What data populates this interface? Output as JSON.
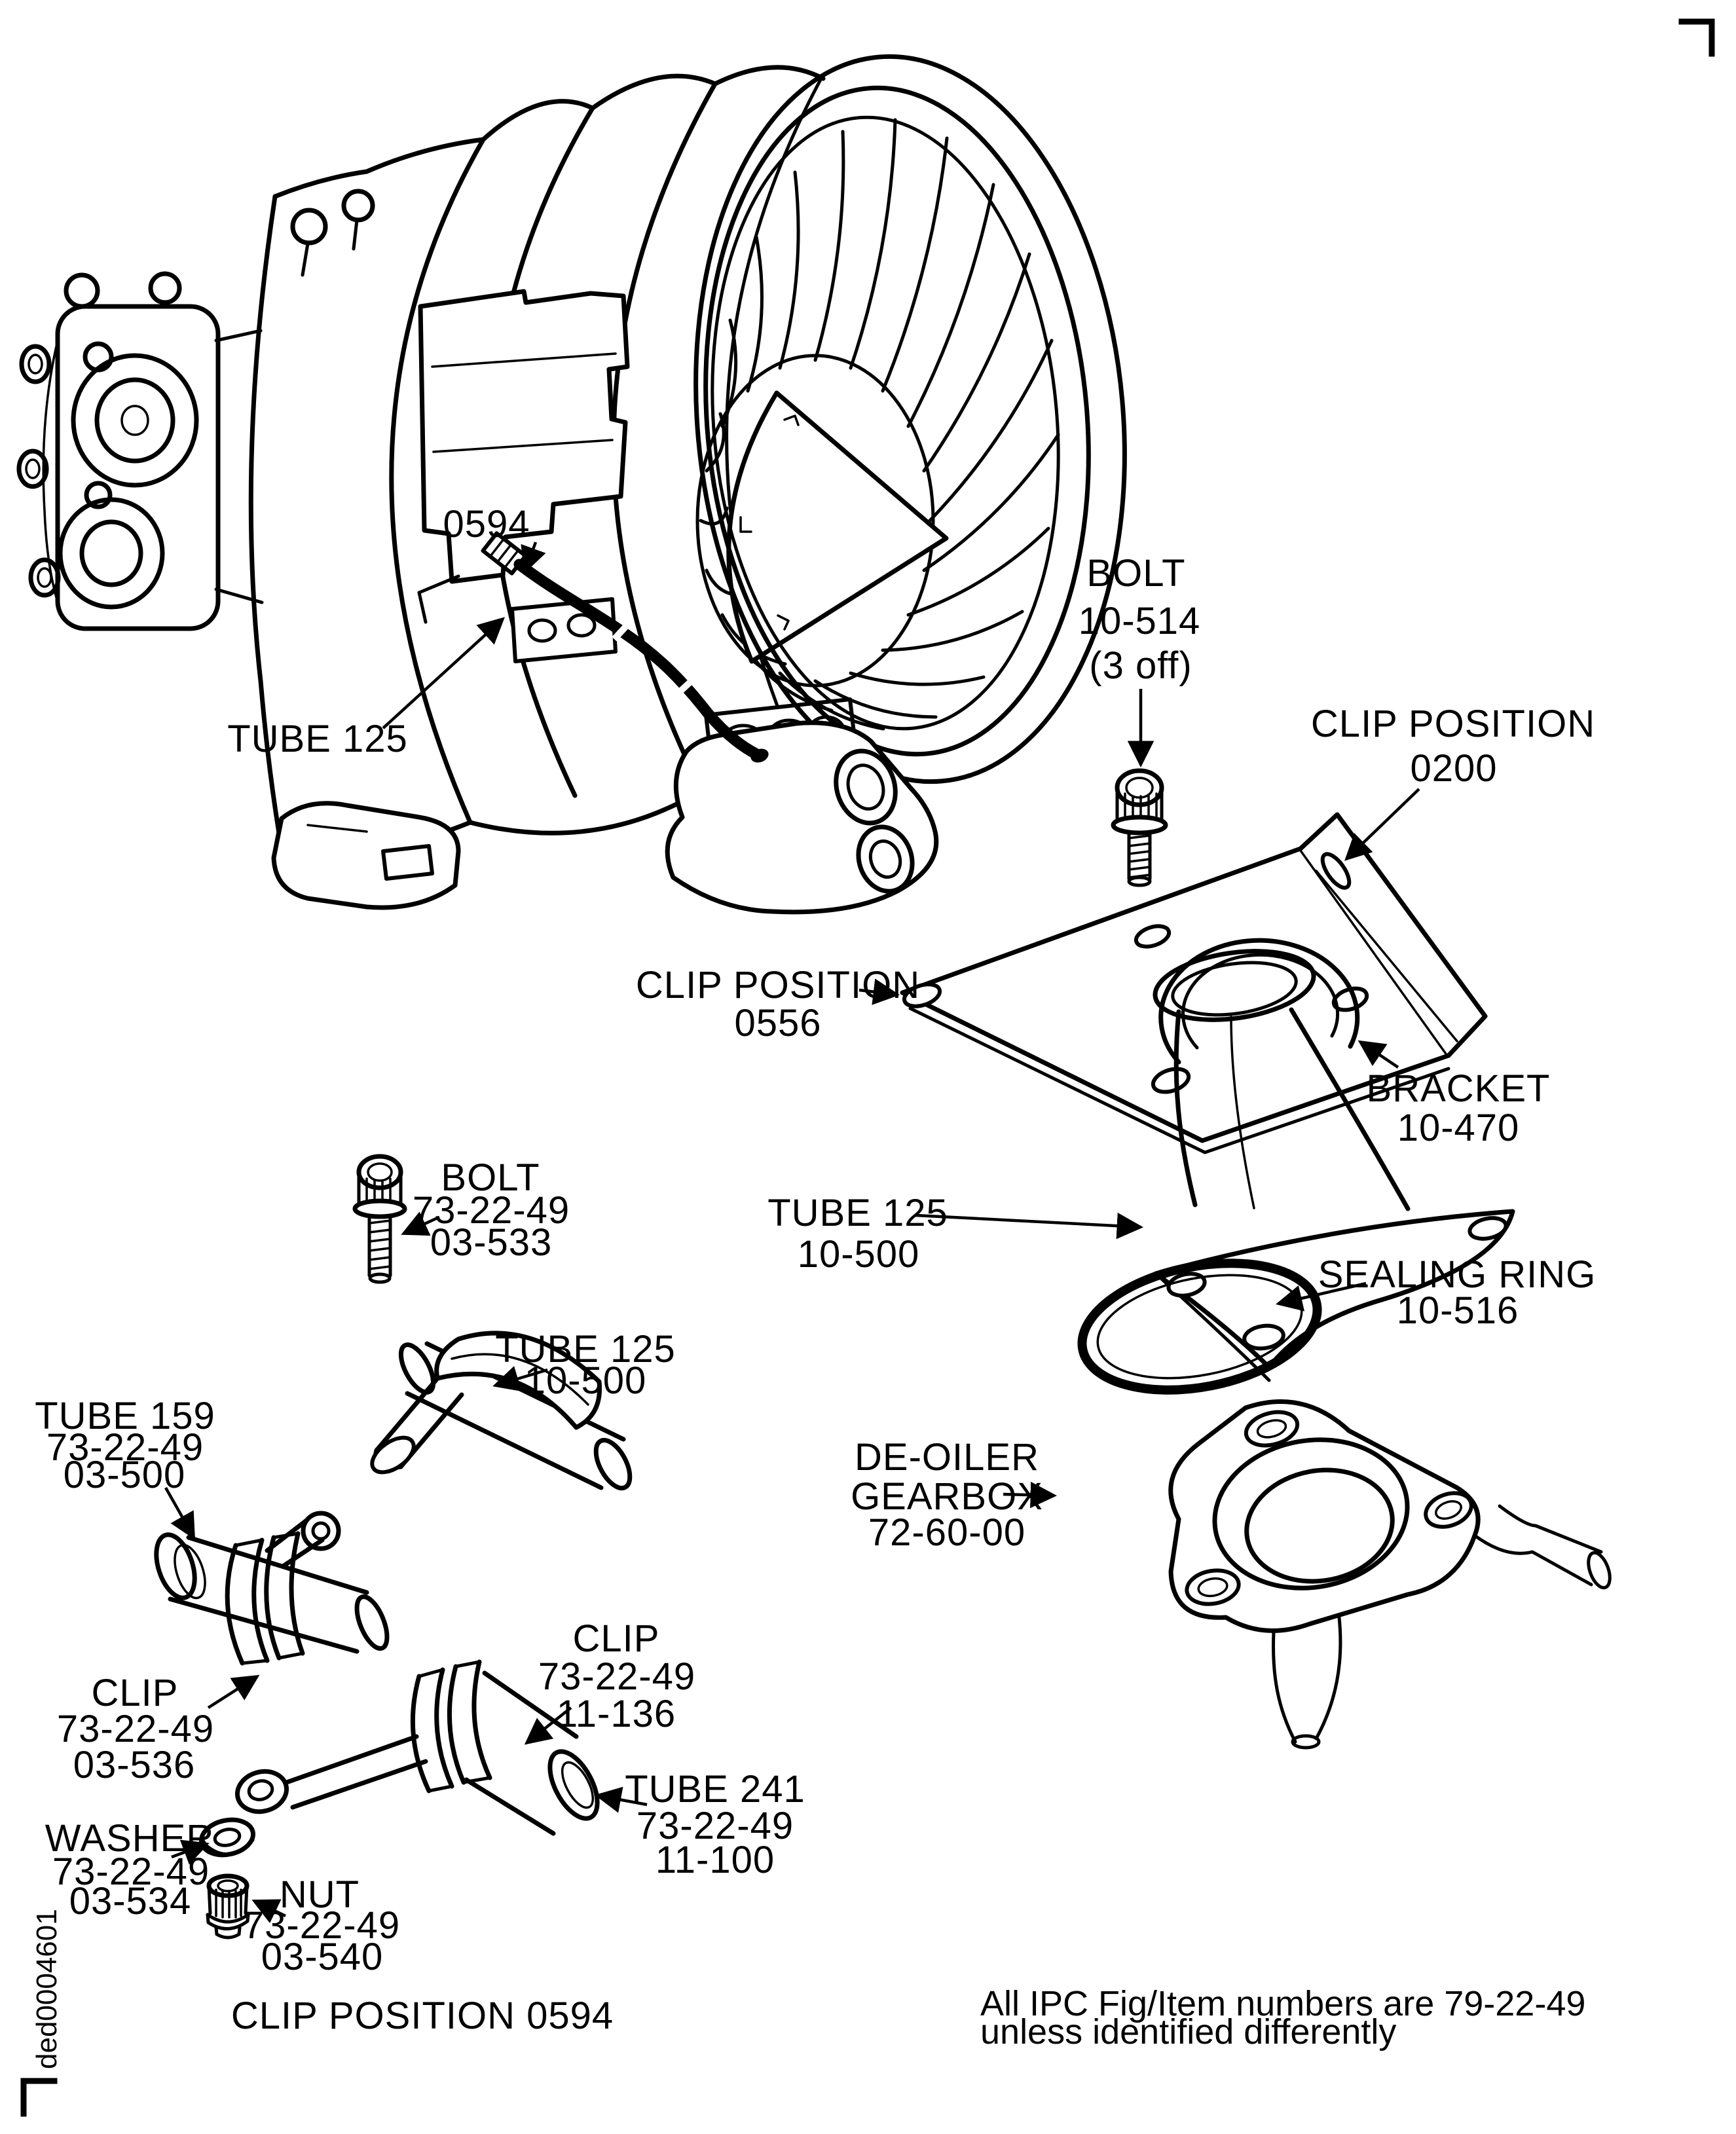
{
  "page": {
    "doc_code_vertical": "ded0004601",
    "note_line1": "All IPC Fig/Item numbers are 79-22-49",
    "note_line2": "unless identified differently"
  },
  "engine_view": {
    "clip_position_label": "0594",
    "tube_label": "TUBE 125"
  },
  "right_assembly": {
    "bolt": [
      "BOLT",
      "10-514",
      "(3 off)"
    ],
    "clip_position_0200": [
      "CLIP POSITION",
      "0200"
    ],
    "clip_position_0556": [
      "CLIP POSITION",
      "0556"
    ],
    "bracket": [
      "BRACKET",
      "10-470"
    ],
    "tube_125": [
      "TUBE 125",
      "10-500"
    ],
    "sealing_ring": [
      "SEALING RING",
      "10-516"
    ],
    "de_oiler_gearbox": [
      "DE-OILER",
      "GEARBOX",
      "72-60-00"
    ]
  },
  "left_assembly": {
    "bolt": [
      "BOLT",
      "73-22-49",
      "03-533"
    ],
    "tube_125": [
      "TUBE 125",
      "10-500"
    ],
    "tube_159": [
      "TUBE 159",
      "73-22-49",
      "03-500"
    ],
    "clip_03_536": [
      "CLIP",
      "73-22-49",
      "03-536"
    ],
    "clip_11_136": [
      "CLIP",
      "73-22-49",
      "11-136"
    ],
    "tube_241": [
      "TUBE 241",
      "73-22-49",
      "11-100"
    ],
    "washer": [
      "WASHER",
      "73-22-49",
      "03-534"
    ],
    "nut": [
      "NUT",
      "73-22-49",
      "03-540"
    ],
    "caption": "CLIP POSITION 0594"
  }
}
